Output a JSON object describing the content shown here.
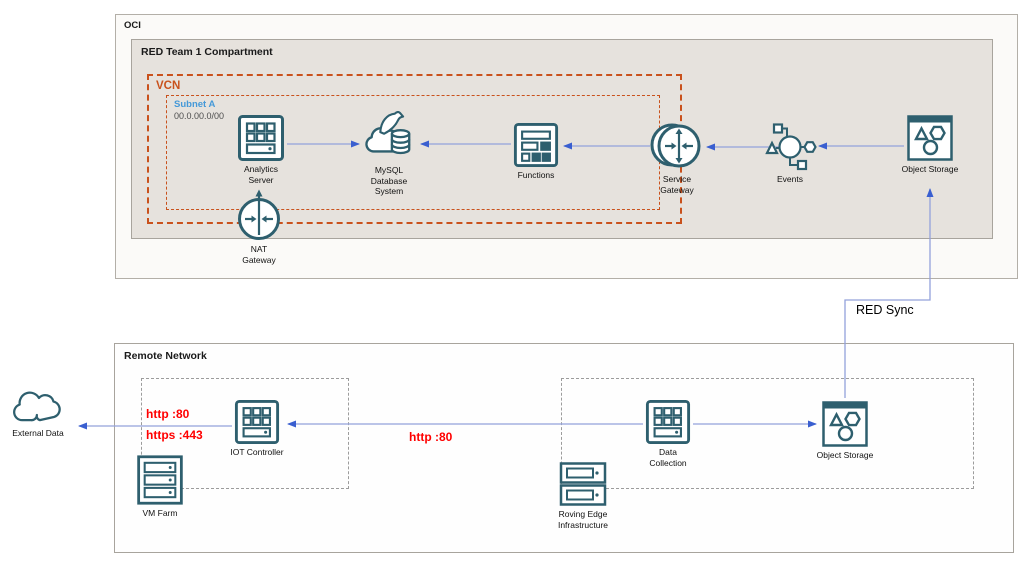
{
  "regions": {
    "oci": "OCI",
    "compartment": "RED Team 1 Compartment",
    "vcn": "VCN",
    "subnet": "Subnet A",
    "subnet_cidr": "00.0.00.0/00",
    "remote_network": "Remote Network"
  },
  "nodes": {
    "analytics": {
      "label": "Analytics\nServer"
    },
    "mysql": {
      "label": "MySQL\nDatabase\nSystem"
    },
    "functions": {
      "label": "Functions"
    },
    "service_gateway": {
      "label": "Service\nGateway"
    },
    "events": {
      "label": "Events"
    },
    "object_storage_top": {
      "label": "Object Storage"
    },
    "nat_gateway": {
      "label": "NAT\nGateway"
    },
    "external_data": {
      "label": "External Data"
    },
    "iot_controller": {
      "label": "IOT Controller"
    },
    "vm_farm": {
      "label": "VM Farm"
    },
    "data_collection": {
      "label": "Data\nCollection"
    },
    "object_storage_bottom": {
      "label": "Object Storage"
    },
    "roving_edge": {
      "label": "Roving Edge\nInfrastructure"
    }
  },
  "annotations": {
    "red_sync": "RED Sync",
    "http_80_left": "http :80",
    "https_443_left": "https :443",
    "http_80_mid": "http :80"
  },
  "edges": [
    {
      "from": "Object Storage (OCI)",
      "to": "Events"
    },
    {
      "from": "Events",
      "to": "Service Gateway"
    },
    {
      "from": "Service Gateway",
      "to": "Functions"
    },
    {
      "from": "Functions",
      "to": "MySQL Database System"
    },
    {
      "from": "Analytics Server",
      "to": "MySQL Database System"
    },
    {
      "from": "Object Storage (Remote Network)",
      "to": "Object Storage (OCI)",
      "label": "RED Sync"
    },
    {
      "from": "Data Collection",
      "to": "IOT Controller",
      "label": "http :80"
    },
    {
      "from": "IOT Controller",
      "to": "External Data",
      "label": "http :80, https :443"
    },
    {
      "from": "Data Collection",
      "to": "Object Storage (Remote Network)"
    }
  ],
  "colors": {
    "icon_stroke": "#2e5f6e",
    "arrow_line": "#93a2db",
    "arrow_head": "#3a5fd0",
    "vcn_border": "#c9511c",
    "subnet_label_text": "#4599d8",
    "alert_text": "#ff0000",
    "compartment_fill": "#e6e2dd"
  }
}
